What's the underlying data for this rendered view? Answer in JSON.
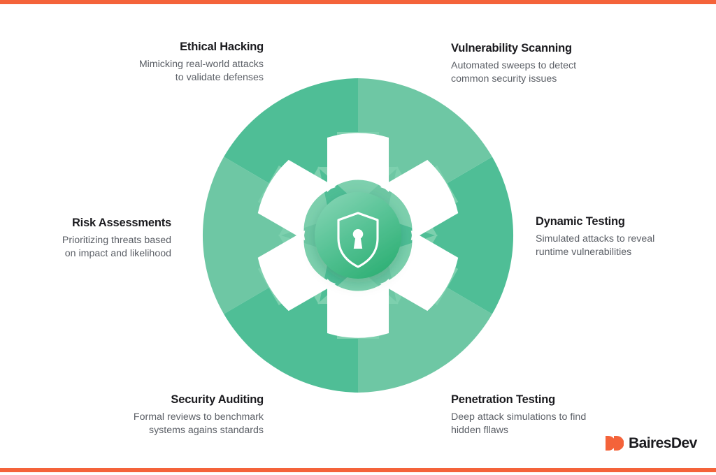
{
  "page": {
    "accent_orange": "#F4633A",
    "background": "#ffffff"
  },
  "diagram": {
    "type": "radial-hub-and-spoke",
    "center": {
      "icon": "shield-lock-icon",
      "gradient_from": "#7FD2B0",
      "gradient_to": "#2EB073"
    },
    "ring": {
      "segment_color_dark": "#4FBE96",
      "segment_color_light": "#6EC7A4",
      "arrow_color_light": "#7DD0AE",
      "segments": 6
    },
    "items": [
      {
        "id": "ethical-hacking",
        "title": "Ethical Hacking",
        "desc_line1": "Mimicking real-world attacks",
        "desc_line2": "to validate defenses",
        "position": "top-left",
        "segment_tone": "dark"
      },
      {
        "id": "vulnerability-scanning",
        "title": "Vulnerability Scanning",
        "desc_line1": "Automated sweeps to detect",
        "desc_line2": "common security issues",
        "position": "top-right",
        "segment_tone": "light"
      },
      {
        "id": "risk-assessments",
        "title": "Risk Assessments",
        "desc_line1": "Prioritizing threats based",
        "desc_line2": "on impact and likelihood",
        "position": "middle-left",
        "segment_tone": "light"
      },
      {
        "id": "dynamic-testing",
        "title": "Dynamic Testing",
        "desc_line1": "Simulated attacks to reveal",
        "desc_line2": "runtime vulnerabilities",
        "position": "middle-right",
        "segment_tone": "dark"
      },
      {
        "id": "security-auditing",
        "title": "Security Auditing",
        "desc_line1": "Formal reviews to benchmark",
        "desc_line2": "systems agains standards",
        "position": "bottom-left",
        "segment_tone": "dark"
      },
      {
        "id": "penetration-testing",
        "title": "Penetration Testing",
        "desc_line1": "Deep attack simulations to find",
        "desc_line2": "hidden fllaws",
        "position": "bottom-right",
        "segment_tone": "light"
      }
    ]
  },
  "logo": {
    "wordmark": "BairesDev",
    "mark_color": "#F4633A",
    "mark_name": "bairesdev-double-chevron-mark"
  }
}
